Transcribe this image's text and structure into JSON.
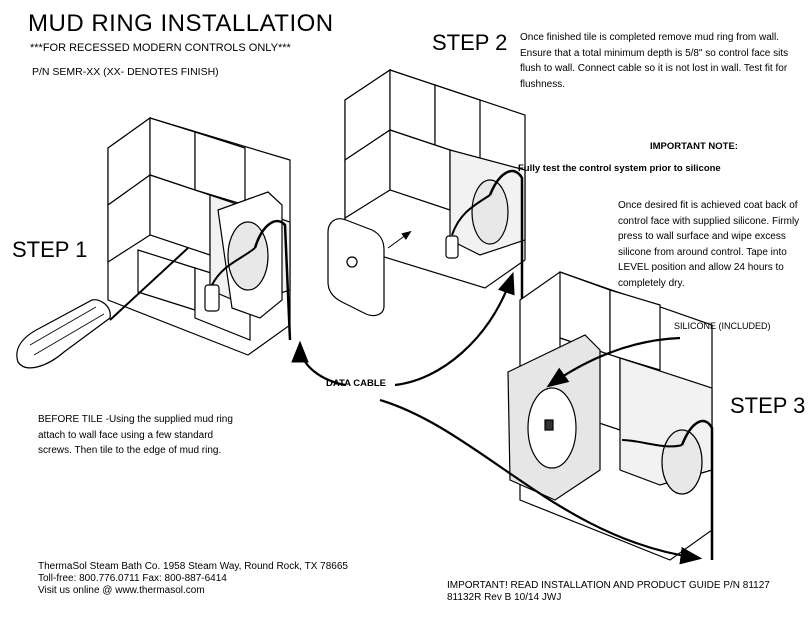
{
  "header": {
    "title": "MUD RING INSTALLATION",
    "subtitle": "***FOR RECESSED MODERN CONTROLS ONLY***",
    "part_number": "P/N  SEMR-XX  (XX- DENOTES FINISH)"
  },
  "steps": {
    "step1_label": "STEP 1",
    "step2_label": "STEP 2",
    "step3_label": "STEP 3",
    "step1_text": "BEFORE TILE -Using the supplied mud ring attach to wall face using a few standard screws. Then tile to the edge of mud ring.",
    "step2_text": "Once finished tile is completed remove mud ring from wall. Ensure that a total minimum depth is 5/8\" so control face sits flush to wall. Connect cable so it is not lost in wall. Test fit for flushness.",
    "step3_text": "Once desired fit is achieved coat back of control face with supplied silicone. Firmly press to wall surface and wipe excess silicone from around control. Tape into LEVEL position and allow 24 hours to completely dry."
  },
  "note": {
    "title": "IMPORTANT NOTE:",
    "body": "Fully test the control system prior to silicone"
  },
  "labels": {
    "data_cable": "DATA CABLE",
    "silicone": "SILICONE (INCLUDED)"
  },
  "footer": {
    "company_line1": "ThermaSol Steam Bath Co. 1958 Steam Way, Round Rock, TX  78665",
    "company_line2": "Toll-free: 800.776.0711 Fax: 800-887-6414",
    "company_line3": "Visit us online @ www.thermasol.com",
    "important_line1": "IMPORTANT! READ INSTALLATION AND PRODUCT GUIDE  P/N 81127",
    "important_line2": "81132R Rev B   10/14  JWJ"
  }
}
